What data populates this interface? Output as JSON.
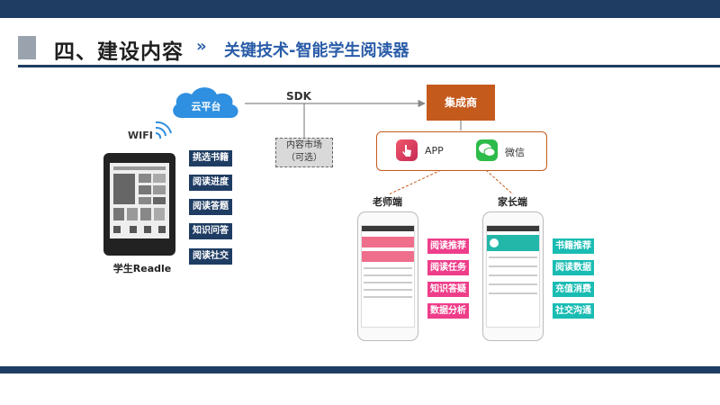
{
  "header": {
    "title": "四、建设内容",
    "arrow": "»",
    "subtitle": "关键技术-智能学生阅读器"
  },
  "diagram": {
    "cloud_label": "云平台",
    "sdk_label": "SDK",
    "integrator_label": "集成商",
    "market_line1": "内容市场",
    "market_line2": "（可选）",
    "wifi_label": "WIFI",
    "app_label": "APP",
    "wechat_label": "微信",
    "reader_label": "学生Readle",
    "reader_features": [
      "挑选书籍",
      "阅读进度",
      "阅读答题",
      "知识问答",
      "阅读社交"
    ],
    "teacher_label": "老师端",
    "teacher_features": [
      "阅读推荐",
      "阅读任务",
      "知识答疑",
      "数据分析"
    ],
    "parent_label": "家长端",
    "parent_features": [
      "书籍推荐",
      "阅读数据",
      "充值消费",
      "社交沟通"
    ]
  },
  "colors": {
    "navy": "#1f3d63",
    "accent_blue": "#2a5ca8",
    "orange": "#c55a1d",
    "pink": "#ee3e8a",
    "teal": "#19bcb3",
    "cloud": "#2f8fe0"
  },
  "icons": [
    "cloud-icon",
    "wifi-icon",
    "app-icon",
    "wechat-icon",
    "e-reader-device",
    "phone-mockup"
  ]
}
